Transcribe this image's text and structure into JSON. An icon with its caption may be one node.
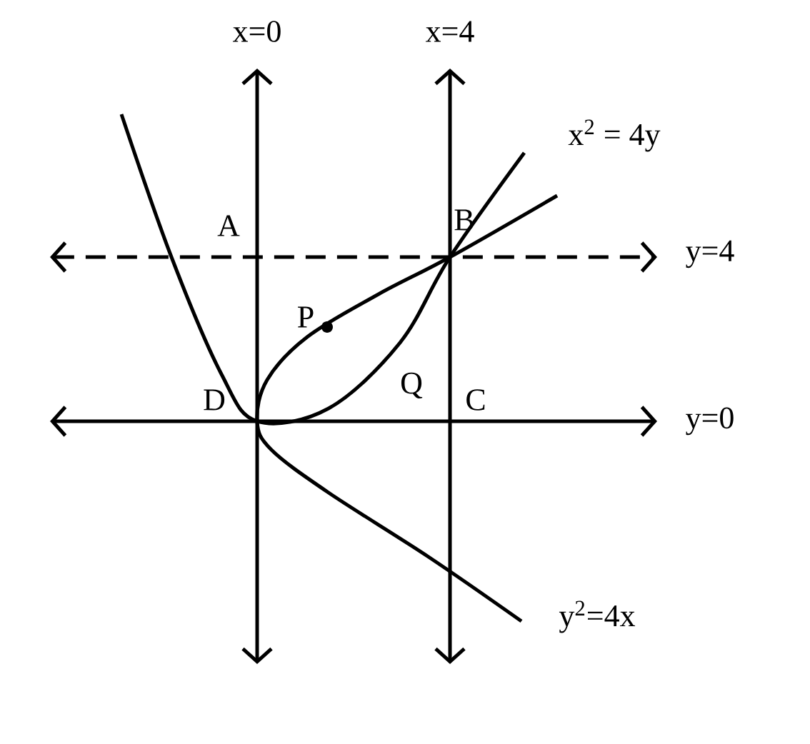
{
  "diagram": {
    "labels": [
      "x=0",
      "x=4",
      "x$^{2}$ = 4y",
      "A",
      "B",
      "y=4",
      "P",
      "Q",
      "C",
      "D",
      "y=0",
      "y$^{2}$=4x"
    ]
  }
}
